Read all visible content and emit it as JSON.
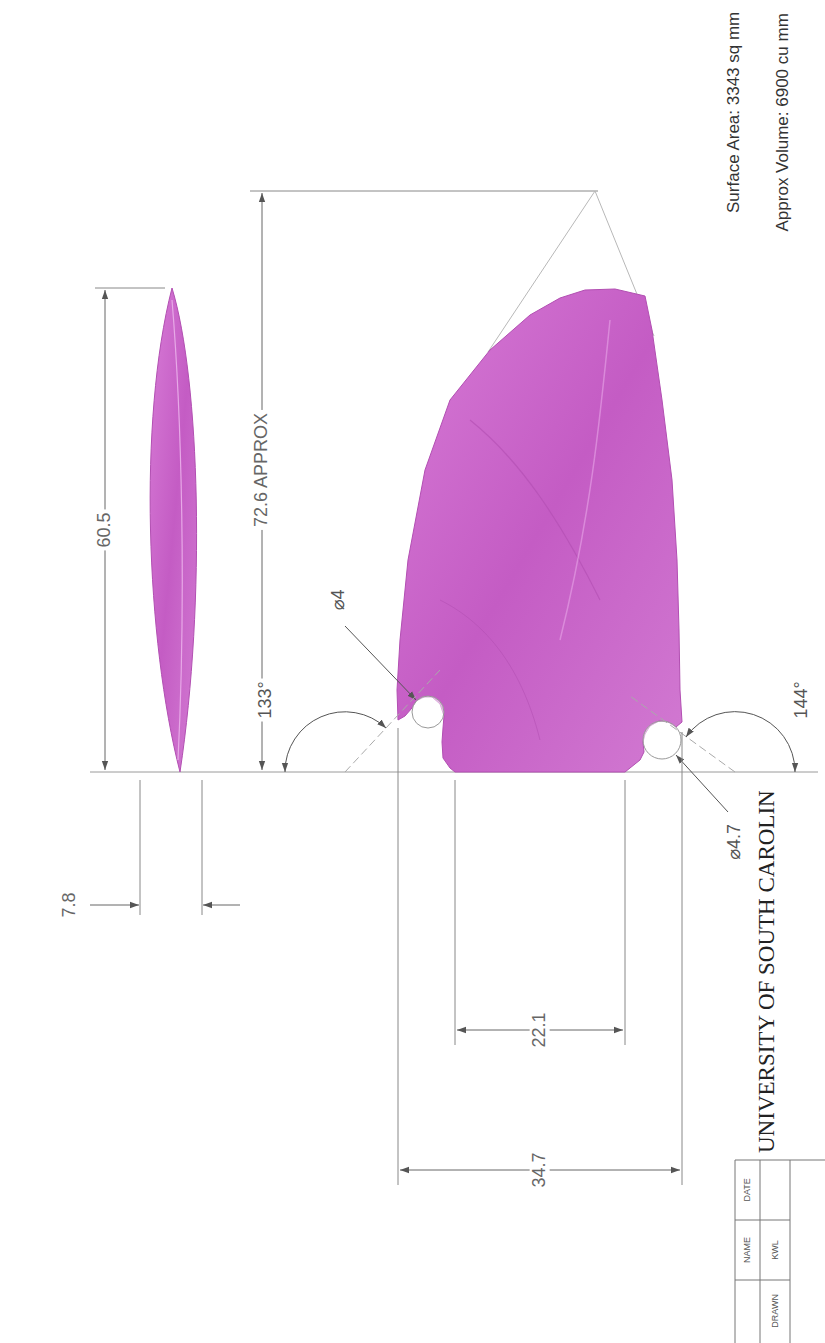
{
  "diagram": {
    "labels": [
      "Surface Area: 3343 sq mm",
      "Approx Volume: 6900 cu mm",
      "60.5",
      "72.6 APPROX",
      "⌀4",
      "133°",
      "⌀4.7",
      "144°",
      "7.8",
      "22.1",
      "34.7",
      "UNIVERSITY OF SOUTH CAROLIN",
      "DATE",
      "NAME",
      "DRAWN",
      "KWL"
    ]
  }
}
